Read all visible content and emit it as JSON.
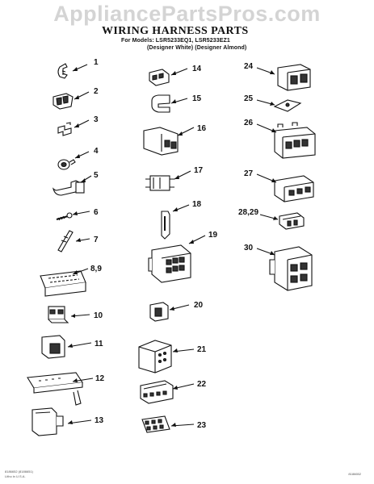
{
  "watermark": "AppliancePartsPros.com",
  "title": "WIRING HARNESS PARTS",
  "subtitle_models": "For Models: LSR5233EQ1, LSR5233EZ1",
  "subtitle_colors": "(Designer White) (Designer Almond)",
  "callouts": [
    "1",
    "2",
    "3",
    "4",
    "5",
    "6",
    "7",
    "8,9",
    "10",
    "11",
    "12",
    "13",
    "14",
    "15",
    "16",
    "17",
    "18",
    "19",
    "20",
    "21",
    "22",
    "23",
    "24",
    "25",
    "26",
    "27",
    "28,29",
    "30"
  ],
  "footer": {
    "left_line1": "8186652 (8186651)",
    "left_line2": "Litho in U.S.A.",
    "right": "8186652"
  }
}
